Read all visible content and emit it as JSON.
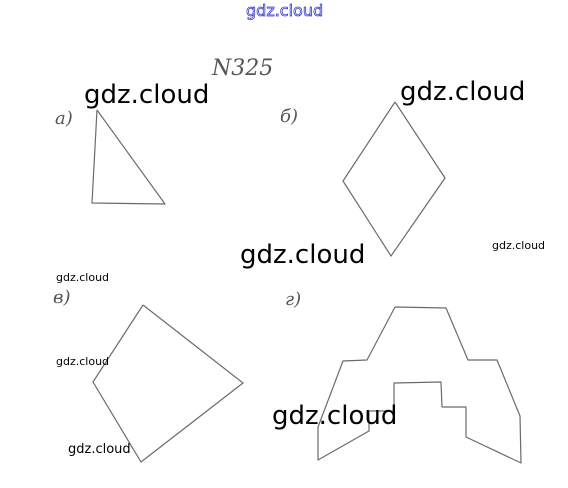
{
  "problem_number": "N325",
  "labels": {
    "a": "а)",
    "b": "б)",
    "v": "в)",
    "g": "г)"
  },
  "watermarks": {
    "top": "gdz.cloud",
    "big_1": "gdz.cloud",
    "big_2": "gdz.cloud",
    "big_3": "gdz.cloud",
    "big_4": "gdz.cloud",
    "small_1": "gdz.cloud",
    "small_2": "gdz.cloud",
    "small_3": "gdz.cloud",
    "small_4": "gdz.cloud"
  },
  "colors": {
    "line": "#6b6b6b",
    "watermark": "#000000",
    "top_watermark_outline": "#3a3ad0"
  }
}
